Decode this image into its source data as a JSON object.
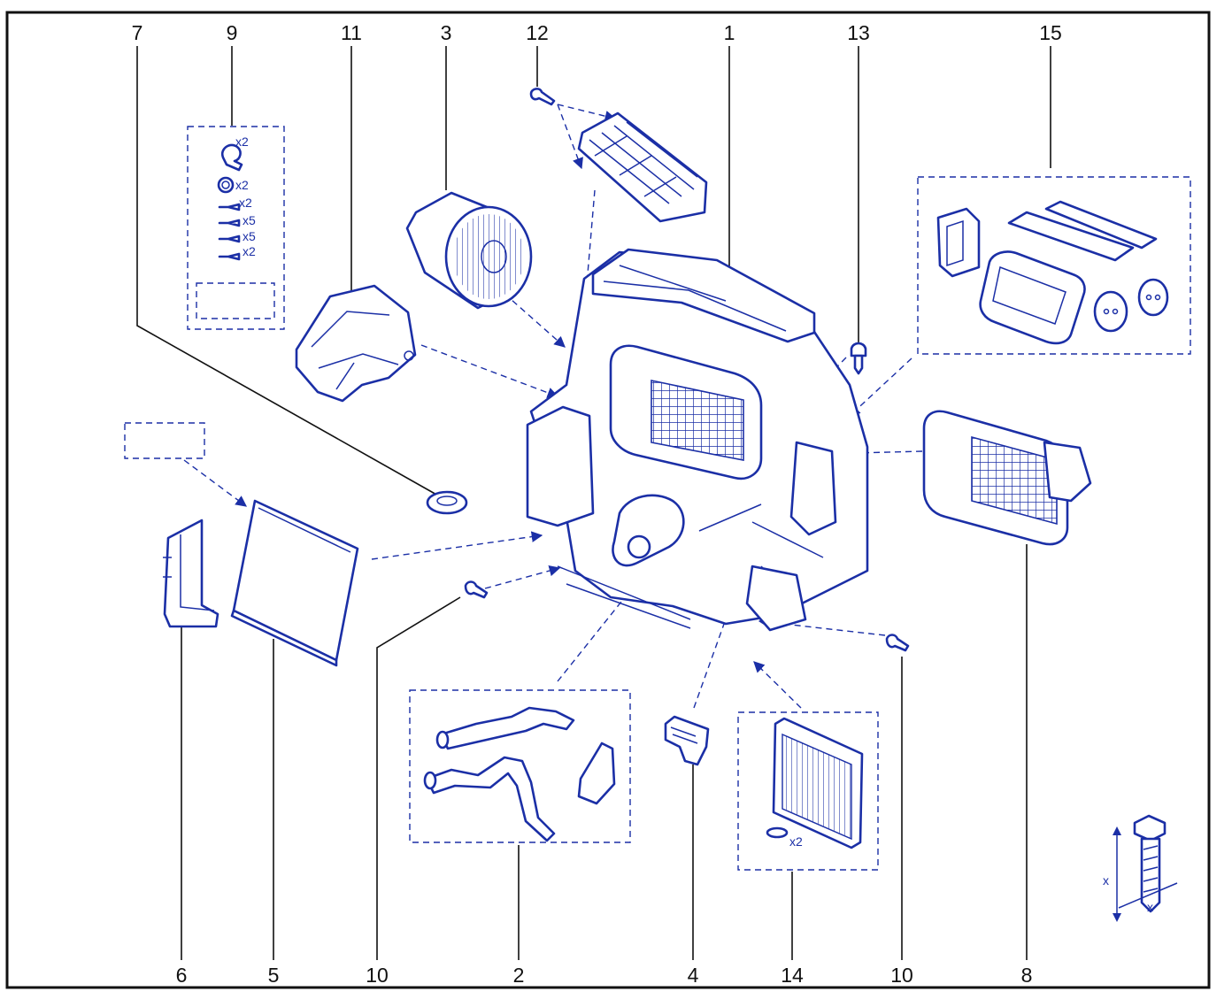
{
  "diagram": {
    "colors": {
      "line": "#1b2fa6",
      "fill": "#ffffff",
      "text": "#111111",
      "frame": "#111111"
    },
    "callouts_top": [
      "7",
      "9",
      "11",
      "3",
      "12",
      "1",
      "13",
      "15"
    ],
    "callouts_bottom": [
      "6",
      "5",
      "10",
      "2",
      "4",
      "14",
      "10",
      "8"
    ],
    "kit9_quantities": [
      "x2",
      "x2",
      "x2",
      "x5",
      "x5",
      "x2"
    ],
    "part14_quantity": "x2",
    "dimension_labels": [
      "x",
      "x"
    ]
  }
}
